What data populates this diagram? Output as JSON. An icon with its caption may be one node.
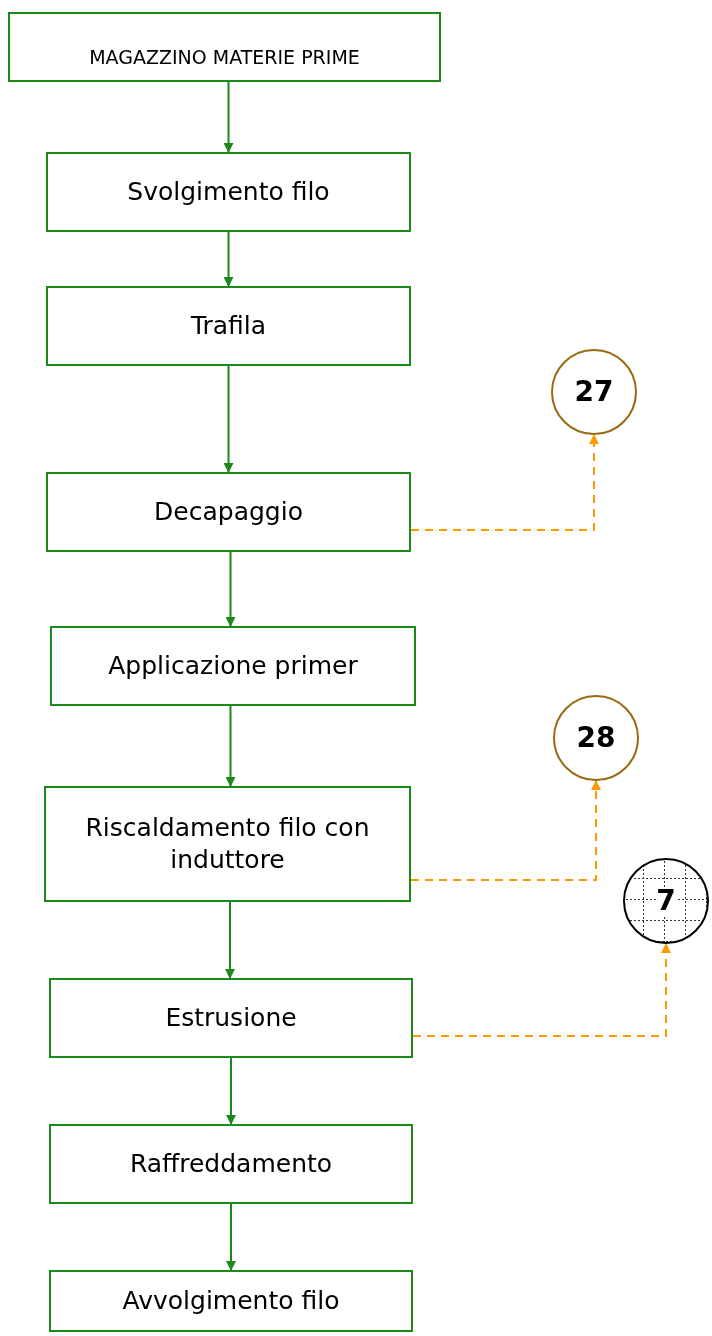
{
  "diagram": {
    "nodes": [
      {
        "text": [
          "MAGAZZINO MATERIE PRIME"
        ]
      },
      {
        "text": [
          "Svolgimento filo"
        ]
      },
      {
        "text": [
          "Trafila"
        ]
      },
      {
        "text": [
          "Decapaggio"
        ]
      },
      {
        "text": [
          "Applicazione primer"
        ]
      },
      {
        "text": [
          "Riscaldamento filo con induttore"
        ]
      },
      {
        "text": [
          "Estrusione"
        ]
      },
      {
        "text": [
          "Raffreddamento"
        ]
      },
      {
        "text": [
          "Avvolgimento filo"
        ]
      },
      {
        "text": [
          "27"
        ]
      },
      {
        "text": [
          "28"
        ]
      },
      {
        "text": [
          "7"
        ]
      }
    ],
    "edges": [
      {
        "from": 0,
        "to": 1,
        "arrow": "to"
      },
      {
        "from": 1,
        "to": 2,
        "arrow": "to"
      },
      {
        "from": 2,
        "to": 3,
        "arrow": "to"
      },
      {
        "from": 3,
        "to": 4,
        "arrow": "to"
      },
      {
        "from": 4,
        "to": 5,
        "arrow": "to"
      },
      {
        "from": 5,
        "to": 6,
        "arrow": "to"
      },
      {
        "from": 6,
        "to": 7,
        "arrow": "to"
      },
      {
        "from": 7,
        "to": 8,
        "arrow": "to"
      },
      {
        "from": 3,
        "to": 9,
        "arrow": "to",
        "style": "dashed",
        "color": "#ff9900"
      },
      {
        "from": 5,
        "to": 10,
        "arrow": "to",
        "style": "dashed",
        "color": "#ff9900"
      },
      {
        "from": 6,
        "to": 11,
        "arrow": "to",
        "style": "dashed",
        "color": "#ff9900"
      }
    ]
  }
}
